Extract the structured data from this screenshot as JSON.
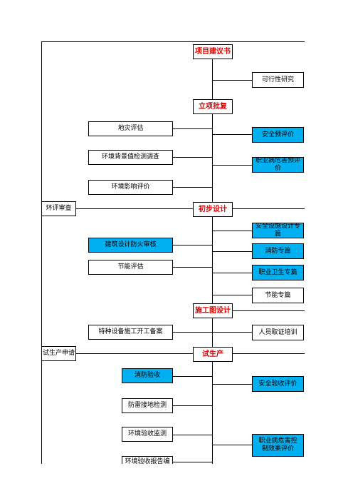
{
  "colors": {
    "highlight_fill": "#00b0f0",
    "phase_text": "#e00000",
    "line": "#000000"
  },
  "phases": {
    "proposal": "项目建议书",
    "approval": "立项批复",
    "preliminary_design": "初步设计",
    "construction_drawing": "施工图设计",
    "trial_production": "试生产"
  },
  "left_items": {
    "geological_hazard": "地灾评估",
    "env_background": "环境背景值检测调查",
    "env_impact": "环境影响评价",
    "fire_review": "建筑设计防火审核",
    "energy_assessment": "节能评估",
    "special_equipment": "特种设备施工开工备案",
    "fire_acceptance": "消防验收",
    "lightning": "防雷接地检测",
    "env_acceptance": "环境验收监测",
    "env_acceptance_report": "环境验收报告编制"
  },
  "right_items": {
    "feasibility": "可行性研究",
    "safety_pre": "安全预评价",
    "occ_hazard_pre": "职业病危害预评价",
    "safety_facility": "安全设施设计专篇",
    "fire_chapter": "消防专篇",
    "occ_health": "职业卫生专篇",
    "energy_chapter": "节能专篇",
    "personnel_training": "人员取证培训",
    "safety_acceptance": "安全验收评价",
    "occ_control": "职业病危害控制效果评价"
  },
  "far_left": {
    "eia_review": "环评审查",
    "trial_application": "试生产申请"
  }
}
